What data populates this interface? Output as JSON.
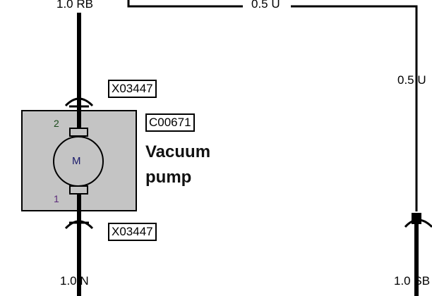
{
  "wires": {
    "top_left": "1.0 RB",
    "top_middle": "0.5 U",
    "right_middle": "0.5 U",
    "bottom_left": "1.0 N",
    "bottom_right": "1.0 SB"
  },
  "connectors": {
    "upper": "X03447",
    "lower": "X03447"
  },
  "component": {
    "id": "C00671",
    "name_line1": "Vacuum",
    "name_line2": "pump",
    "motor_letter": "M",
    "pin_top": "2",
    "pin_bottom": "1"
  },
  "colors": {
    "wire": "#000000",
    "component_fill": "#c4c4c4",
    "pin_top": "#1a4a1a",
    "pin_bottom": "#5a2a7a",
    "motor_text": "#1a1a6a"
  }
}
